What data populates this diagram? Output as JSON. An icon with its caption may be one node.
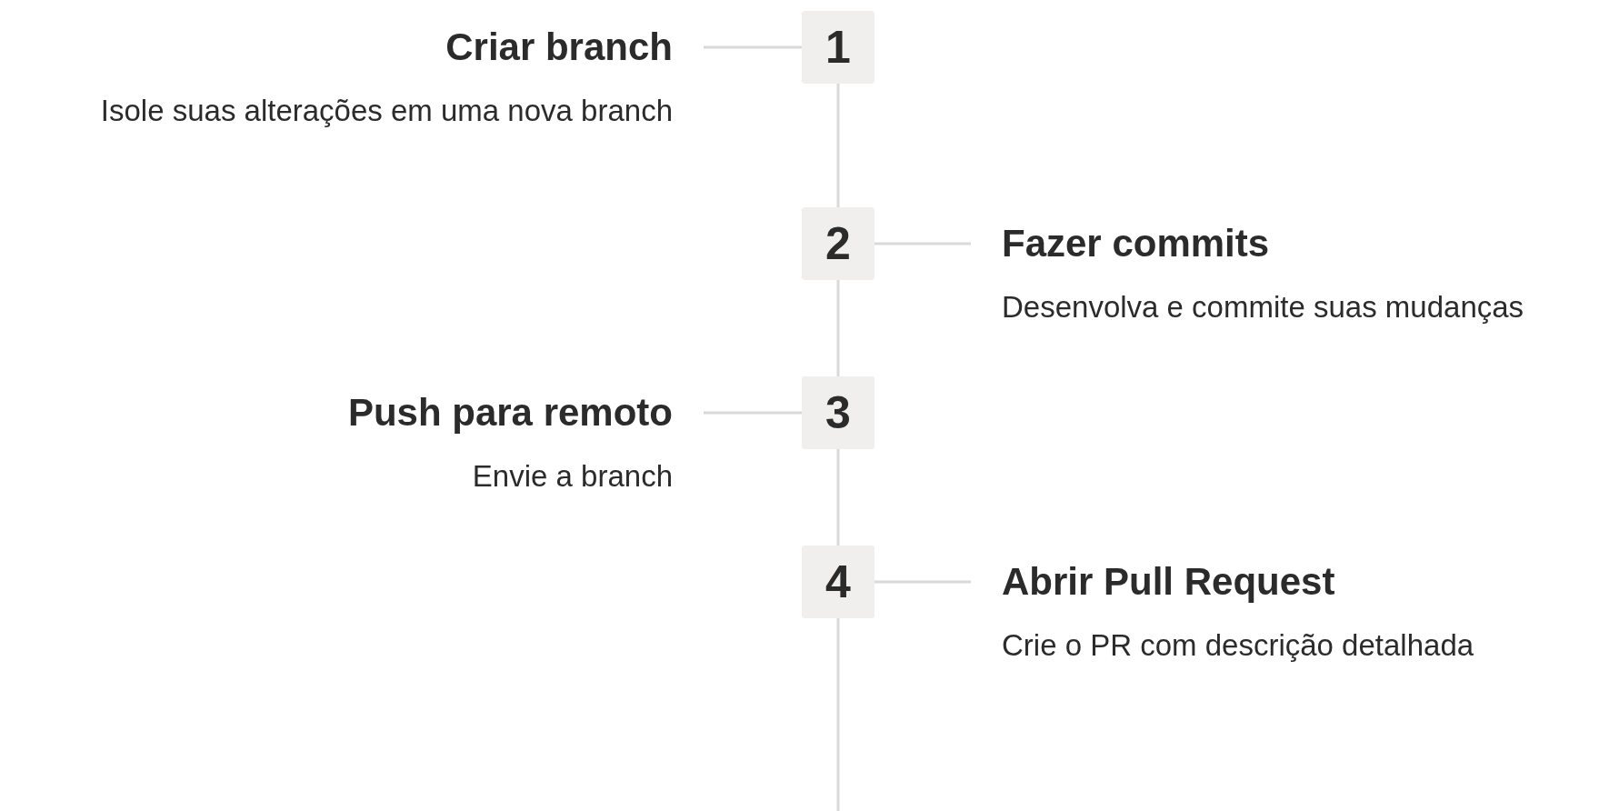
{
  "diagram": {
    "nodes": [
      {
        "text": [
          "Criar branch",
          "Isole suas alterações em uma nova branch"
        ]
      },
      {
        "text": [
          "1"
        ]
      },
      {
        "text": [
          "2"
        ]
      },
      {
        "text": [
          "Fazer commits",
          "Desenvolva e commite suas mudanças"
        ]
      },
      {
        "text": [
          "3"
        ]
      },
      {
        "text": [
          "Push para remoto",
          "Envie a branch"
        ]
      },
      {
        "text": [
          "4"
        ]
      },
      {
        "text": [
          "Abrir Pull Request",
          "Crie o PR com descrição detalhada"
        ]
      }
    ],
    "edges": [
      {
        "from": 0,
        "to": 1,
        "arrow": "none"
      },
      {
        "from": 1,
        "to": 2,
        "arrow": "none"
      },
      {
        "from": 2,
        "to": 3,
        "arrow": "none"
      },
      {
        "from": 2,
        "to": 4,
        "arrow": "none"
      },
      {
        "from": 4,
        "to": 5,
        "arrow": "none"
      },
      {
        "from": 4,
        "to": 6,
        "arrow": "none"
      },
      {
        "from": 6,
        "to": 7,
        "arrow": "none"
      },
      {
        "from": 6,
        "to": null,
        "arrow": "none"
      }
    ]
  }
}
